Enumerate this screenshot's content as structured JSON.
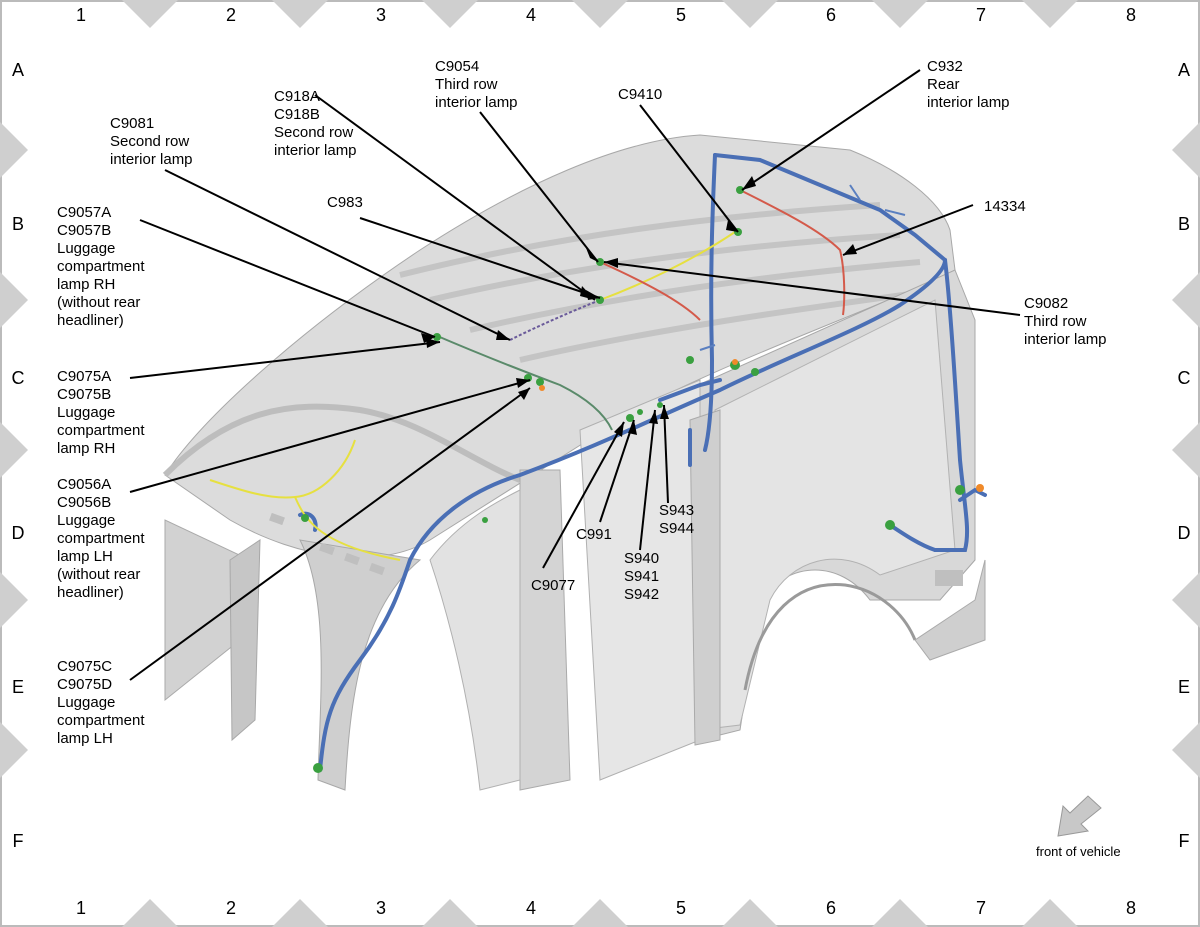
{
  "grid": {
    "columns": [
      "1",
      "2",
      "3",
      "4",
      "5",
      "6",
      "7",
      "8"
    ],
    "rows": [
      "A",
      "B",
      "C",
      "D",
      "E",
      "F"
    ]
  },
  "callouts": [
    {
      "id": "c9081",
      "lines": [
        "C9081",
        "Second row",
        "interior lamp"
      ]
    },
    {
      "id": "c918",
      "lines": [
        "C918A",
        "C918B",
        "Second row",
        "interior lamp"
      ]
    },
    {
      "id": "c9054",
      "lines": [
        "C9054",
        "Third row",
        "interior lamp"
      ]
    },
    {
      "id": "c9410",
      "lines": [
        "C9410"
      ]
    },
    {
      "id": "c932",
      "lines": [
        "C932",
        "Rear",
        "interior lamp"
      ]
    },
    {
      "id": "c983",
      "lines": [
        "C983"
      ]
    },
    {
      "id": "14334",
      "lines": [
        "14334"
      ]
    },
    {
      "id": "c9057",
      "lines": [
        "C9057A",
        "C9057B",
        "Luggage",
        "compartment",
        "lamp RH",
        "(without rear",
        "headliner)"
      ]
    },
    {
      "id": "c9082",
      "lines": [
        "C9082",
        "Third row",
        "interior lamp"
      ]
    },
    {
      "id": "c9075ab",
      "lines": [
        "C9075A",
        "C9075B",
        "Luggage",
        "compartment",
        "lamp RH"
      ]
    },
    {
      "id": "c9056",
      "lines": [
        "C9056A",
        "C9056B",
        "Luggage",
        "compartment",
        "lamp LH",
        "(without rear",
        "headliner)"
      ]
    },
    {
      "id": "c991",
      "lines": [
        "C991"
      ]
    },
    {
      "id": "s943",
      "lines": [
        "S943",
        "S944"
      ]
    },
    {
      "id": "s940",
      "lines": [
        "S940",
        "S941",
        "S942"
      ]
    },
    {
      "id": "c9077",
      "lines": [
        "C9077"
      ]
    },
    {
      "id": "c9075cd",
      "lines": [
        "C9075C",
        "C9075D",
        "Luggage",
        "compartment",
        "lamp LH"
      ]
    }
  ],
  "front_of_vehicle": "front of vehicle",
  "colors": {
    "harness_blue": "#4a6fb5",
    "harness_yellow": "#e6e040",
    "harness_red": "#d45a4a",
    "harness_purple": "#6a5a9a",
    "connector_green": "#3aa040",
    "body_gray": "#d6d6d6"
  }
}
